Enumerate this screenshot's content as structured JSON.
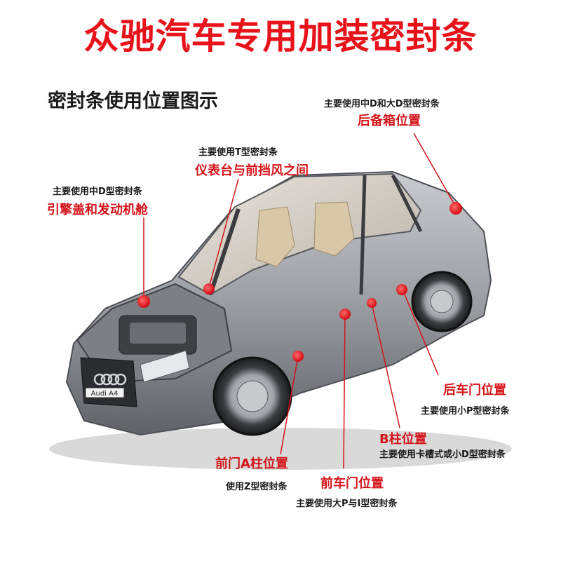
{
  "title": "众驰汽车专用加装密封条",
  "subtitle": "密封条使用位置图示",
  "car_badge": "Audi A4",
  "colors": {
    "accent": "#e8121a",
    "marker": "#e30613",
    "body": "#8a8d92"
  },
  "callouts": {
    "trunk": {
      "desc": "主要使用中D和大D型密封条",
      "loc": "后备箱位置"
    },
    "dash": {
      "desc": "主要使用T型密封条",
      "loc": "仪表台与前挡风之间"
    },
    "engine": {
      "desc": "主要使用中D型密封条",
      "loc": "引擎盖和发动机舱"
    },
    "reardoor": {
      "desc": "主要使用小P型密封条",
      "loc": "后车门位置"
    },
    "bpillar": {
      "desc": "主要使用卡槽式或小D型密封条",
      "loc": "B柱位置"
    },
    "apillar": {
      "desc": "使用Z型密封条",
      "loc": "前门A柱位置"
    },
    "frontdoor": {
      "desc": "主要使用大P与I型密封条",
      "loc": "前车门位置"
    }
  }
}
